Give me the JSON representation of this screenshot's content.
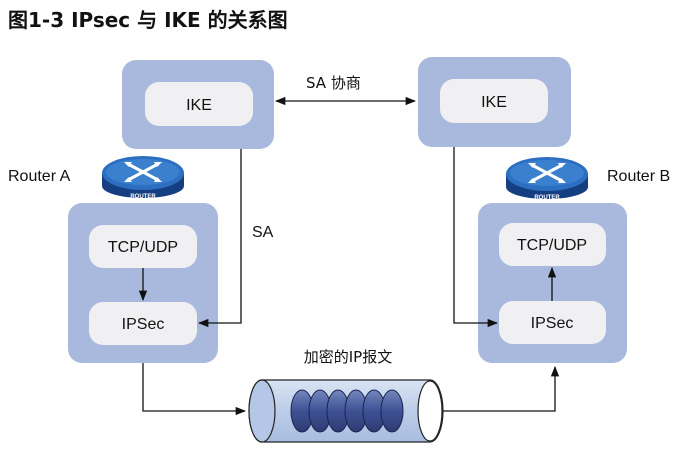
{
  "title": "图1-3 IPsec 与 IKE 的关系图",
  "left": {
    "router_label": "Router A",
    "ike_label": "IKE",
    "tcpudp_label": "TCP/UDP",
    "ipsec_label": "IPSec",
    "router_badge": "ROUTER"
  },
  "right": {
    "router_label": "Router B",
    "ike_label": "IKE",
    "tcpudp_label": "TCP/UDP",
    "ipsec_label": "IPSec",
    "router_badge": "ROUTER"
  },
  "sa_negotiation_label": "SA  协商",
  "sa_label": "SA",
  "tunnel_label": "加密的IP报文",
  "colors": {
    "outer_box": "#a9b9dd",
    "inner_box": "#f0f0f2",
    "router_body": "#1c4f9c",
    "router_top": "#2c6ec0",
    "tunnel_fill": "#c4d4ec",
    "packet_fill": "#4a5e9c"
  }
}
